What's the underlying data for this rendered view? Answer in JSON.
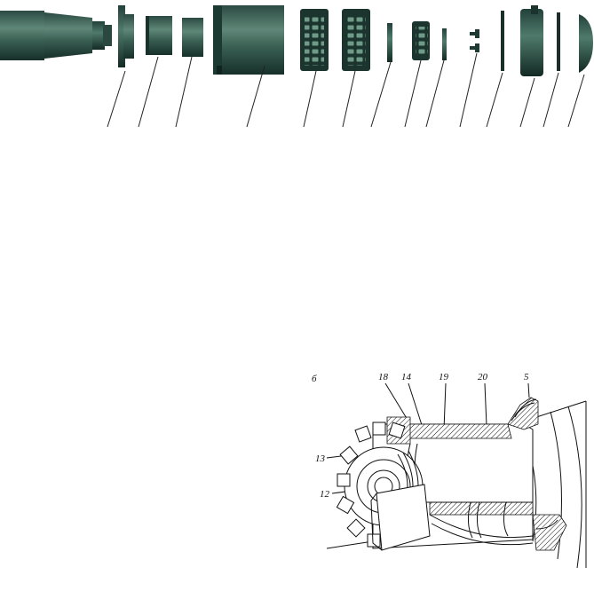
{
  "exploded_view": {
    "colors": {
      "part_dark": "#1f3a33",
      "part_mid": "#3f6a5c",
      "part_light": "#6f9486",
      "leader": "#222222"
    }
  },
  "cutaway": {
    "panel_letter": "б",
    "labels": {
      "l18": "18",
      "l14": "14",
      "l19": "19",
      "l20": "20",
      "l5": "5",
      "l13": "13",
      "l12": "12"
    }
  }
}
